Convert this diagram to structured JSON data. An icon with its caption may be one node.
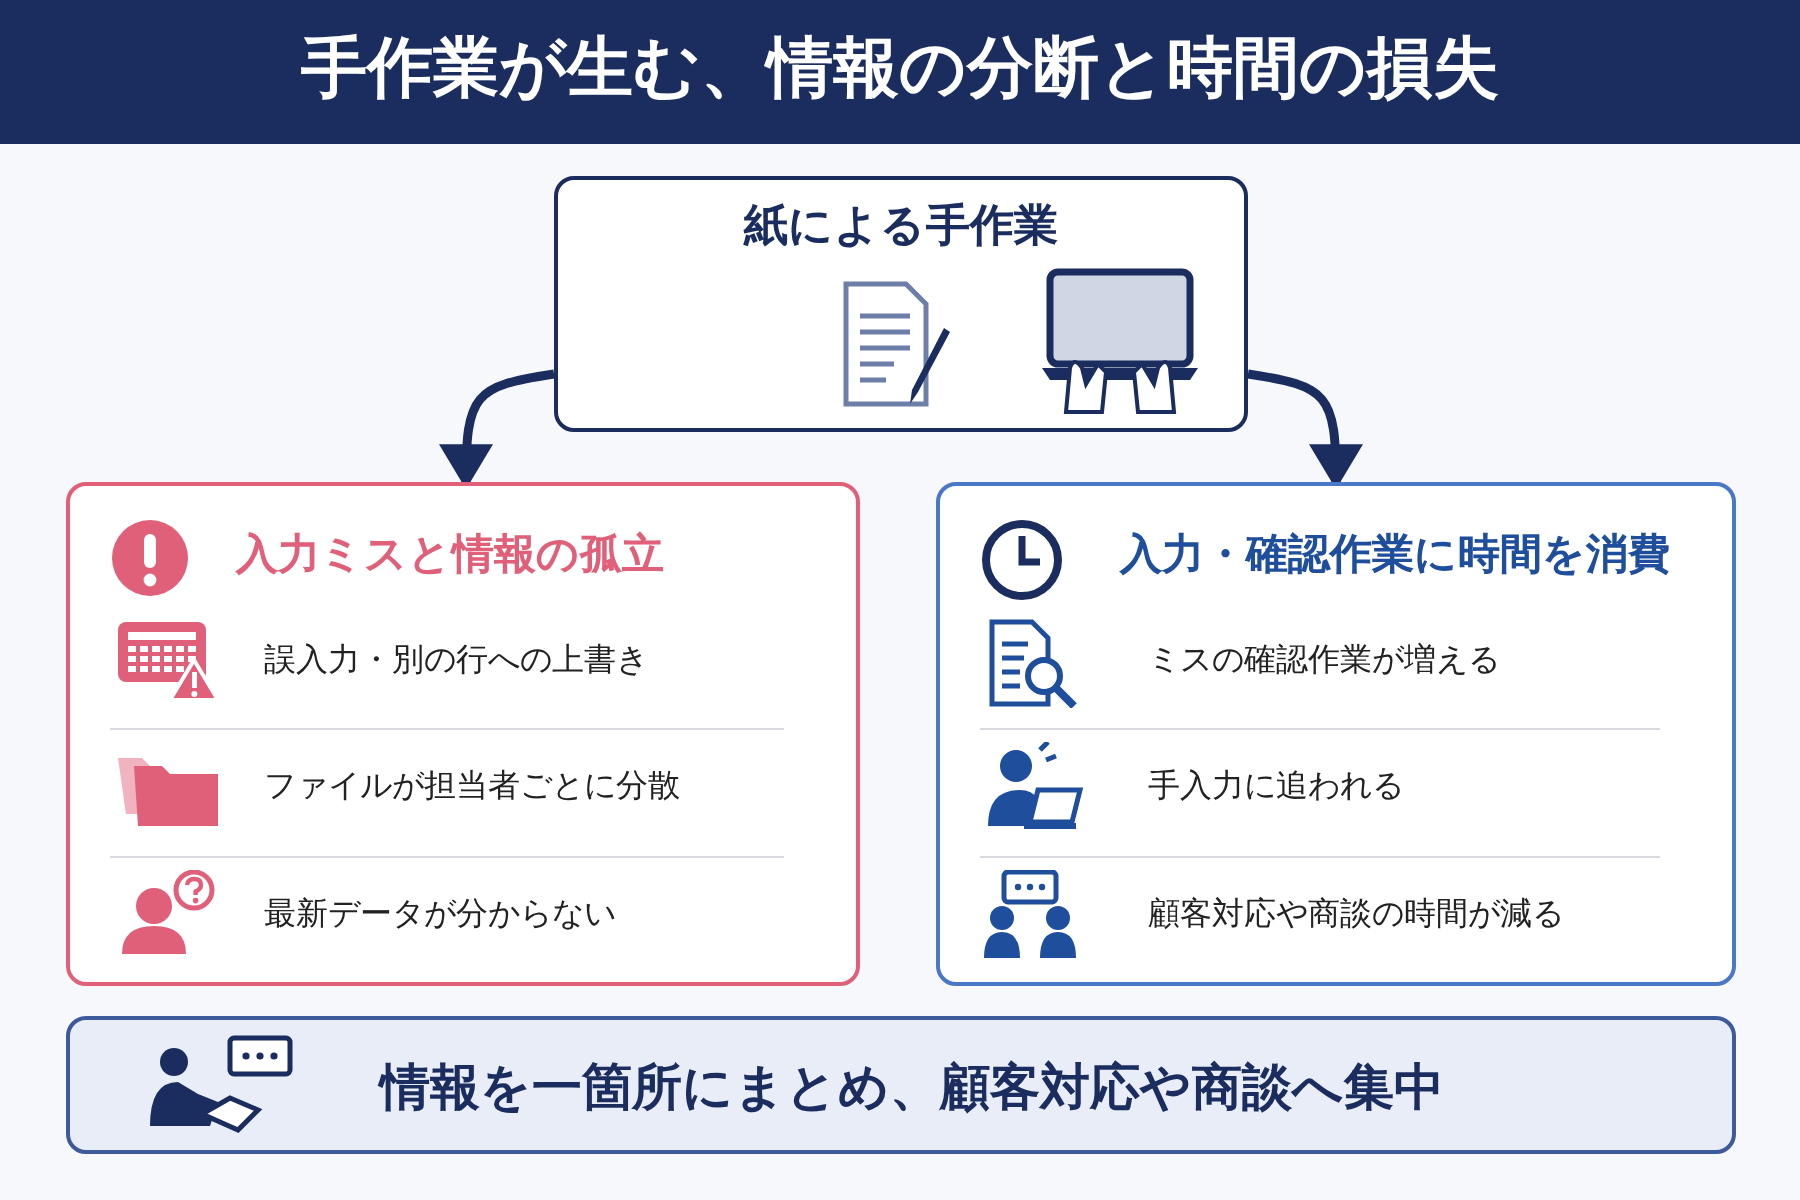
{
  "diagram": {
    "title": "手作業が生む、情報の分断と時間の損失",
    "nodes": [
      {
        "text": [
          "紙による手作業"
        ]
      },
      {
        "text": [
          "入力ミスと情報の孤立",
          "誤入力・別の行への上書き",
          "ファイルが担当者ごとに分散",
          "最新データが分からない"
        ]
      },
      {
        "text": [
          "入力・確認作業に時間を消費",
          "ミスの確認作業が増える",
          "手入力に追われる",
          "顧客対応や商談の時間が減る"
        ]
      },
      {
        "text": [
          "情報を一箇所にまとめ、顧客対応や商談へ集中"
        ]
      }
    ],
    "edges": [
      {
        "from": 0,
        "to": 1,
        "arrow": "to"
      },
      {
        "from": 0,
        "to": 2,
        "arrow": "to"
      }
    ]
  }
}
